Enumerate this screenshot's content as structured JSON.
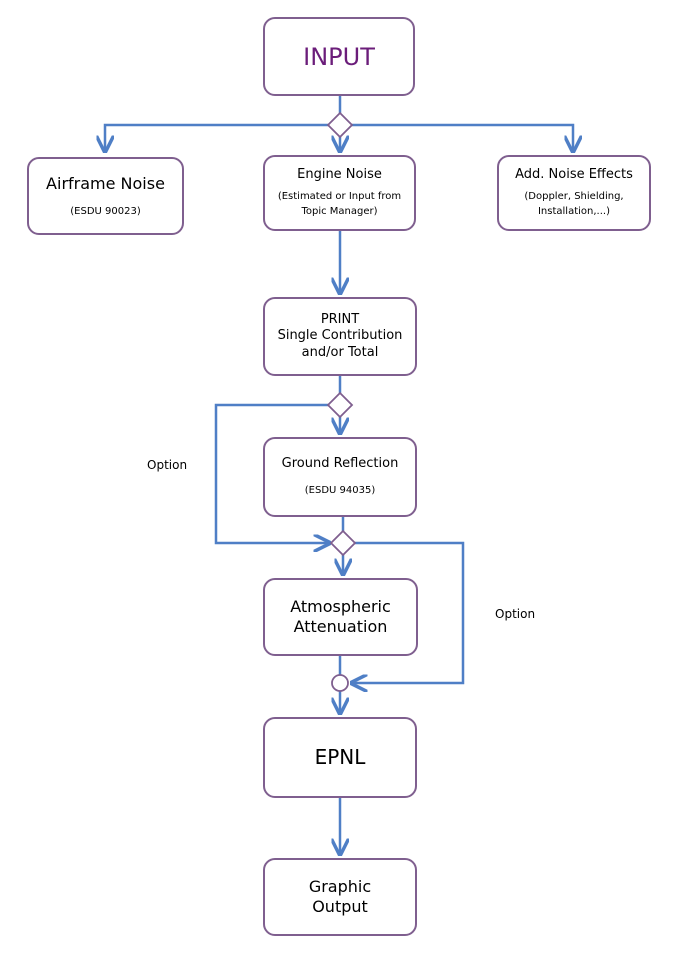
{
  "boxes": {
    "input": {
      "title": "INPUT"
    },
    "airframe": {
      "title": "Airframe Noise",
      "ref": "(ESDU 90023)"
    },
    "engine": {
      "title": "Engine Noise",
      "line1": "(Estimated or Input from",
      "line2": "Topic Manager)"
    },
    "add_noise": {
      "title": "Add. Noise Effects",
      "line1": "(Doppler, Shielding,",
      "line2": "Installation,...)"
    },
    "print": {
      "title": "PRINT",
      "line1": "Single Contribution",
      "line2": "and/or Total"
    },
    "ground": {
      "title": "Ground Reflection",
      "ref": "(ESDU 94035)"
    },
    "atmos": {
      "line1": "Atmospheric",
      "line2": "Attenuation"
    },
    "epnl": {
      "title": "EPNL"
    },
    "graphic": {
      "line1": "Graphic",
      "line2": "Output"
    }
  },
  "options": {
    "left": "Option",
    "right": "Option"
  },
  "colors": {
    "connector": "#4f7fc6",
    "box_border": "#7f5f8f",
    "input_text": "#6b1d7a"
  }
}
